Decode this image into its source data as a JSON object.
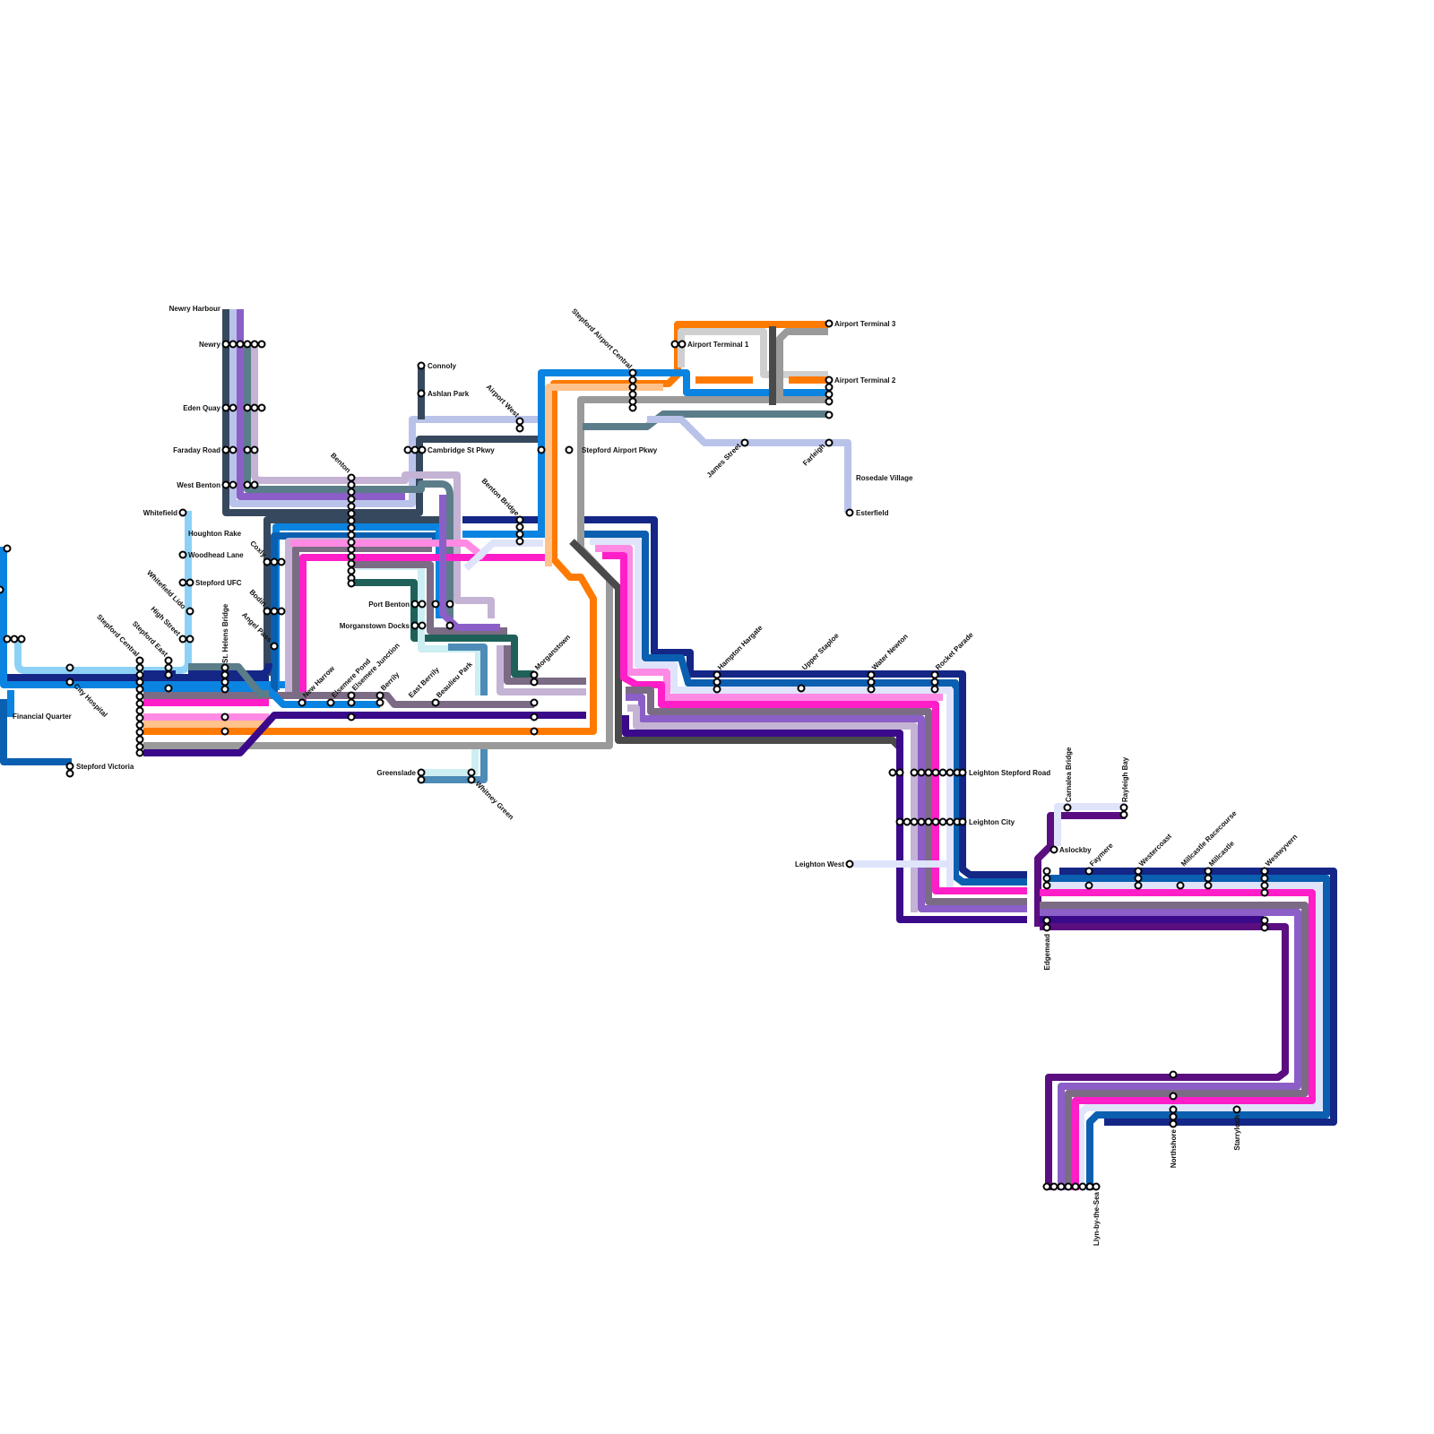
{
  "map": {
    "title": "",
    "colors": {
      "background": "#ffffff",
      "station_fill": "#ffffff",
      "station_stroke": "#000000",
      "label": "#111111"
    },
    "lines": [
      {
        "color": "#0a84e0"
      },
      {
        "color": "#ff7a00"
      },
      {
        "color": "#ffc28a"
      },
      {
        "color": "#4a4a4a"
      },
      {
        "color": "#9a9a9a"
      },
      {
        "color": "#cfcfcf"
      },
      {
        "color": "#ff1ec8"
      },
      {
        "color": "#ff8ae4"
      },
      {
        "color": "#142686"
      },
      {
        "color": "#0a5fb0"
      },
      {
        "color": "#3a0a8a"
      },
      {
        "color": "#5a0e80"
      },
      {
        "color": "#8b5fc7"
      },
      {
        "color": "#7c6b84"
      },
      {
        "color": "#c4b3d4"
      },
      {
        "color": "#b9c3ea"
      },
      {
        "color": "#dfe4fb"
      },
      {
        "color": "#36485e"
      },
      {
        "color": "#5b7d8a"
      },
      {
        "color": "#4e8bb7"
      },
      {
        "color": "#1f6158"
      },
      {
        "color": "#cdeef2"
      },
      {
        "color": "#8dd2f6"
      }
    ],
    "stations": {
      "newry_harbour": "Newry Harbour",
      "newry": "Newry",
      "eden_quay": "Eden Quay",
      "faraday_road": "Faraday Road",
      "west_benton": "West Benton",
      "whitefield": "Whitefield",
      "houghton_rake": "Houghton Rake",
      "woodhead_lane": "Woodhead Lane",
      "stepford_ufc": "Stepford UFC",
      "whitefield_lido": "Whitefield Lido",
      "high_street": "High Street",
      "stepford_central": "Stepford Central",
      "stepford_east": "Stepford East",
      "st_helens_bridge": "St. Helens Bridge",
      "angel_pass": "Angel Pass",
      "bodin": "Bodin",
      "coxly": "Coxly",
      "benton": "Benton",
      "new_harrow": "New Harrow",
      "elsemere_pond": "Elsemere Pond",
      "elsemere_junction": "Elsemere Junction",
      "berrily": "Berrily",
      "east_berrily": "East Berrily",
      "beaulieu_park": "Beaulieu Park",
      "port_benton": "Port Benton",
      "morganstown_docks": "Morganstown Docks",
      "morganstown": "Morganstown",
      "greenslade": "Greenslade",
      "whitney_green": "Whitney Green",
      "connoly": "Connoly",
      "ashlan_park": "Ashlan Park",
      "cambridge_st_pkwy": "Cambridge St Pkwy",
      "airport_west": "Airport West",
      "benton_bridge": "Benton Bridge",
      "stepford_airport_central": "Stepford Airport Central",
      "stepford_airport_pkwy": "Stepford Airport Pkwy",
      "airport_terminal_1": "Airport Terminal 1",
      "airport_terminal_2": "Airport Terminal 2",
      "airport_terminal_3": "Airport Terminal 3",
      "james_street": "James Street",
      "farleigh": "Farleigh",
      "rosedale_village": "Rosedale Village",
      "esterfield": "Esterfield",
      "financial_quarter": "Financial Quarter",
      "city_hospital": "City Hospital",
      "stepford_victoria": "Stepford Victoria",
      "hampton_hargate": "Hampton Hargate",
      "upper_staploe": "Upper Staploe",
      "water_newton": "Water Newton",
      "rocket_parade": "Rocket Parade",
      "leighton_stepford_road": "Leighton Stepford Road",
      "leighton_city": "Leighton City",
      "leighton_west": "Leighton West",
      "carnalea_bridge": "Carnalea Bridge",
      "rayleigh_bay": "Rayleigh Bay",
      "aslockby": "Aslockby",
      "faymere": "Faymere",
      "westercoast": "Westercoast",
      "millcastle_racecourse": "Millcastle Racecourse",
      "millcastle": "Millcastle",
      "westwyvern": "Westwyvern",
      "edgemead": "Edgemead",
      "northshore": "Northshore",
      "starryloch": "Starryloch",
      "llyn_by_the_sea": "Llyn-by-the-Sea"
    }
  }
}
